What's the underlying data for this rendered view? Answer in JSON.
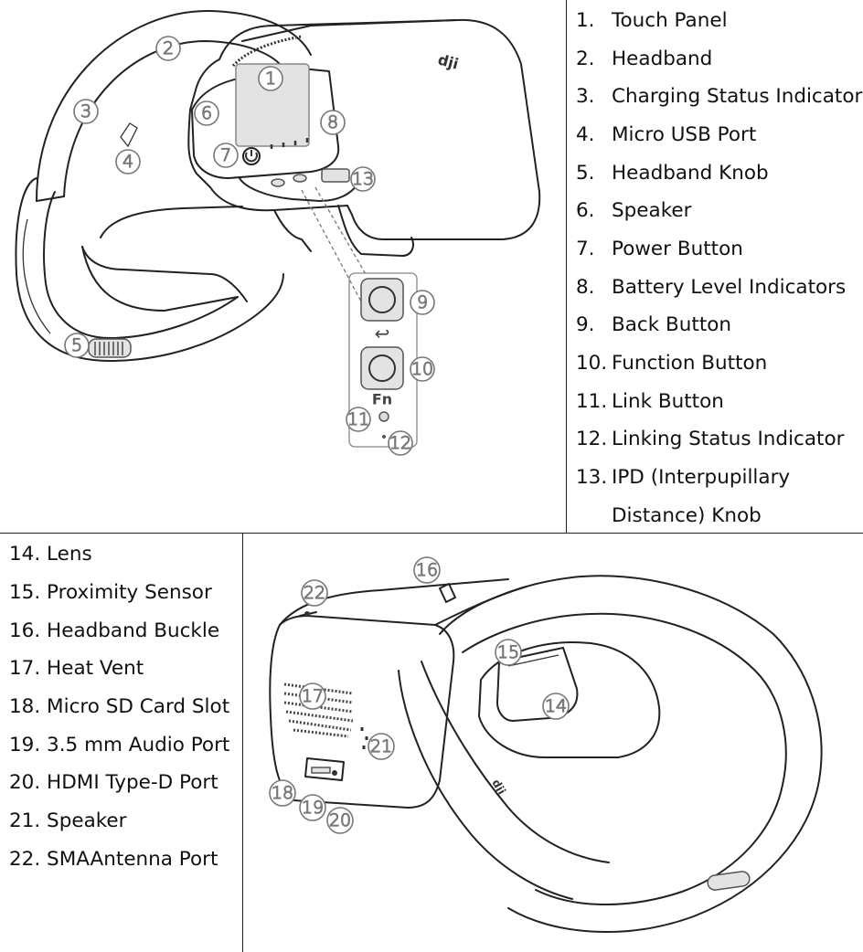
{
  "top_parts": [
    {
      "num": "1.",
      "label": "Touch Panel"
    },
    {
      "num": "2.",
      "label": "Headband"
    },
    {
      "num": "3.",
      "label": "Charging Status Indicator"
    },
    {
      "num": "4.",
      "label": "Micro USB Port"
    },
    {
      "num": "5.",
      "label": "Headband Knob"
    },
    {
      "num": "6.",
      "label": "Speaker"
    },
    {
      "num": "7.",
      "label": "Power Button"
    },
    {
      "num": "8.",
      "label": "Battery Level Indicators"
    },
    {
      "num": "9.",
      "label": "Back Button"
    },
    {
      "num": "10.",
      "label": "Function Button"
    },
    {
      "num": "11.",
      "label": "Link Button"
    },
    {
      "num": "12.",
      "label": "Linking Status Indicator"
    },
    {
      "num": "13.",
      "label": "IPD (Interpupillary"
    },
    {
      "num": "",
      "label": "Distance) Knob"
    }
  ],
  "bottom_parts": [
    {
      "num": "14.",
      "label": "Lens"
    },
    {
      "num": "15.",
      "label": "Proximity Sensor"
    },
    {
      "num": "16.",
      "label": "Headband Buckle"
    },
    {
      "num": "17.",
      "label": "Heat Vent"
    },
    {
      "num": "18.",
      "label": "Micro SD Card Slot"
    },
    {
      "num": "19.",
      "label": "3.5 mm Audio Port"
    },
    {
      "num": "20.",
      "label": "HDMI Type-D Port"
    },
    {
      "num": "21.",
      "label": "Speaker"
    },
    {
      "num": "22.",
      "label": "SMAAntenna Port"
    }
  ],
  "top_callouts": [
    "1",
    "2",
    "3",
    "4",
    "5",
    "6",
    "7",
    "8",
    "9",
    "10",
    "11",
    "12",
    "13"
  ],
  "bottom_callouts": [
    "14",
    "15",
    "16",
    "17",
    "18",
    "19",
    "20",
    "21",
    "22"
  ],
  "button_glyphs": {
    "back": "↩",
    "function": "Fn"
  },
  "brand_mark": "dji"
}
